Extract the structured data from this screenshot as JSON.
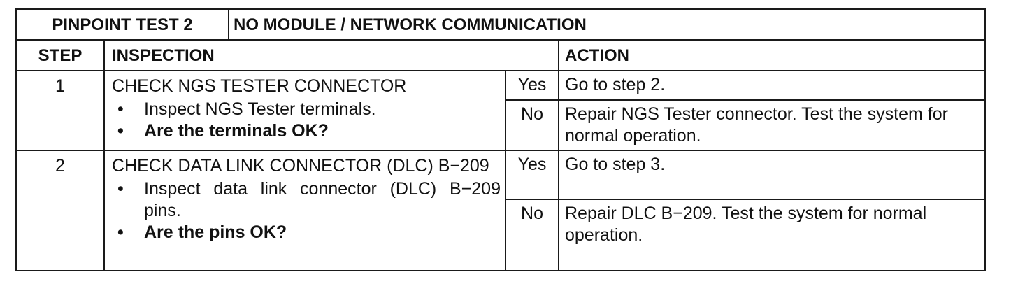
{
  "title": {
    "label": "PINPOINT TEST 2",
    "description": "NO MODULE / NETWORK COMMUNICATION"
  },
  "headers": {
    "step": "STEP",
    "inspection": "INSPECTION",
    "action": "ACTION"
  },
  "steps": [
    {
      "number": "1",
      "title": "CHECK NGS TESTER CONNECTOR",
      "bullets": [
        {
          "text": "Inspect NGS Tester terminals.",
          "bold": false
        },
        {
          "text": "Are the terminals OK?",
          "bold": true
        }
      ],
      "yes_label": "Yes",
      "yes_action": "Go to step 2.",
      "no_label": "No",
      "no_action": "Repair NGS Tester connector. Test the system for normal operation."
    },
    {
      "number": "2",
      "title": "CHECK DATA LINK CONNECTOR (DLC) B−209",
      "bullets": [
        {
          "text": "Inspect data link connector (DLC) B−209 pins.",
          "bold": false
        },
        {
          "text": "Are the pins OK?",
          "bold": true
        }
      ],
      "yes_label": "Yes",
      "yes_action": "Go to step 3.",
      "no_label": "No",
      "no_action": "Repair DLC B−209. Test the system for normal operation."
    }
  ],
  "bullet_glyph": "•"
}
